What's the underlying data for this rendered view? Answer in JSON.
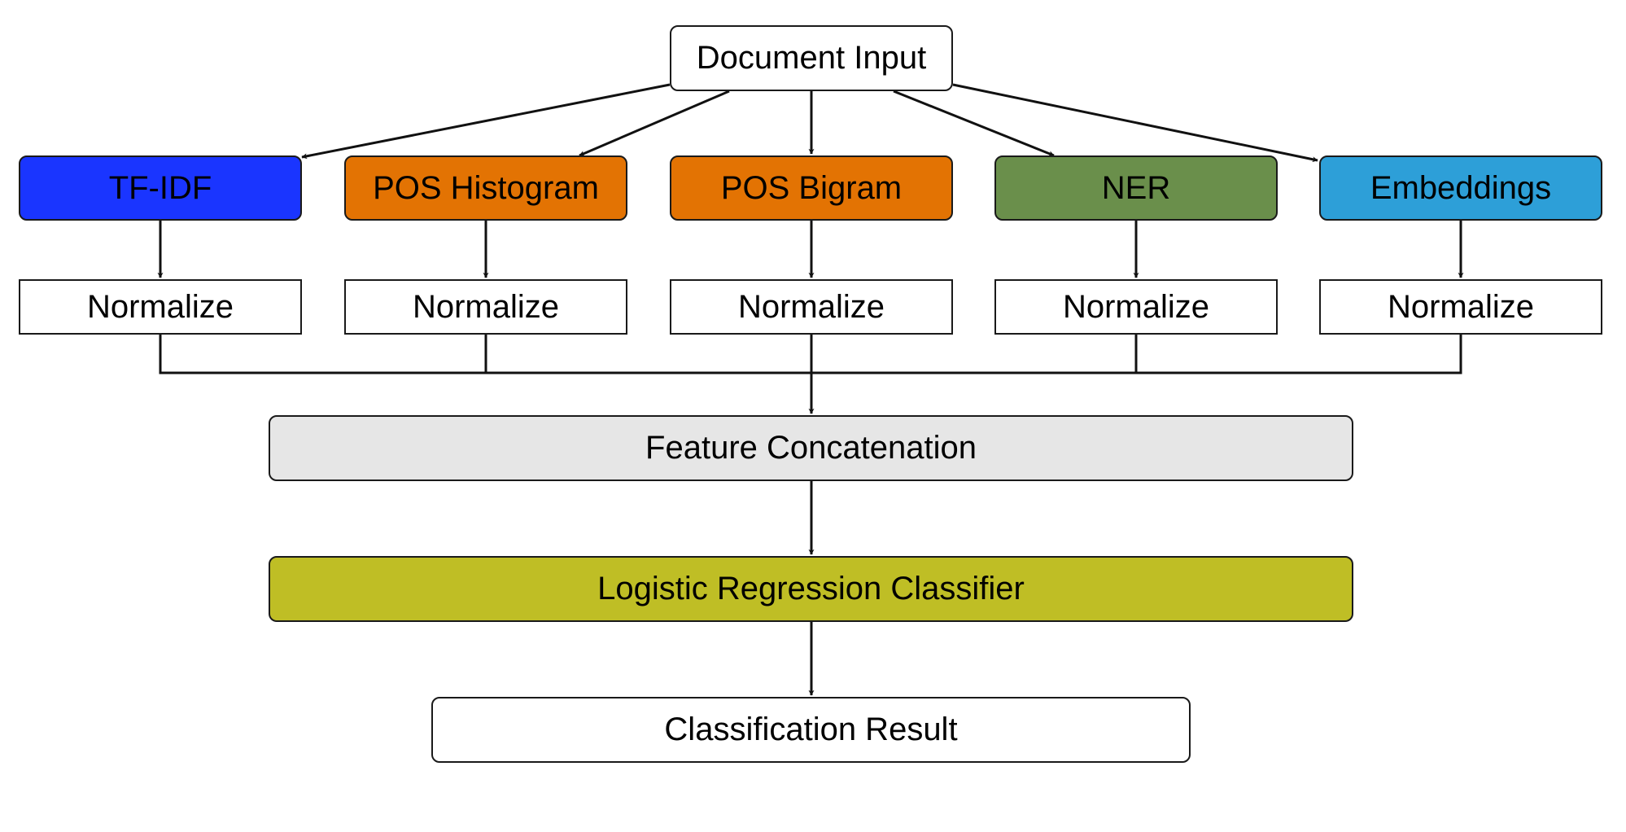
{
  "diagram": {
    "input": {
      "label": "Document Input"
    },
    "features": [
      {
        "label": "TF-IDF",
        "color": "#1a35ff"
      },
      {
        "label": "POS Histogram",
        "color": "#e37303"
      },
      {
        "label": "POS Bigram",
        "color": "#e37303"
      },
      {
        "label": "NER",
        "color": "#6a8f4b"
      },
      {
        "label": "Embeddings",
        "color": "#2d9fd8"
      }
    ],
    "normalize_label": "Normalize",
    "concat": {
      "label": "Feature Concatenation",
      "color": "#e6e6e6"
    },
    "classifier": {
      "label": "Logistic Regression Classifier",
      "color": "#bfbe25"
    },
    "result": {
      "label": "Classification Result"
    },
    "line_color": "#111111"
  }
}
